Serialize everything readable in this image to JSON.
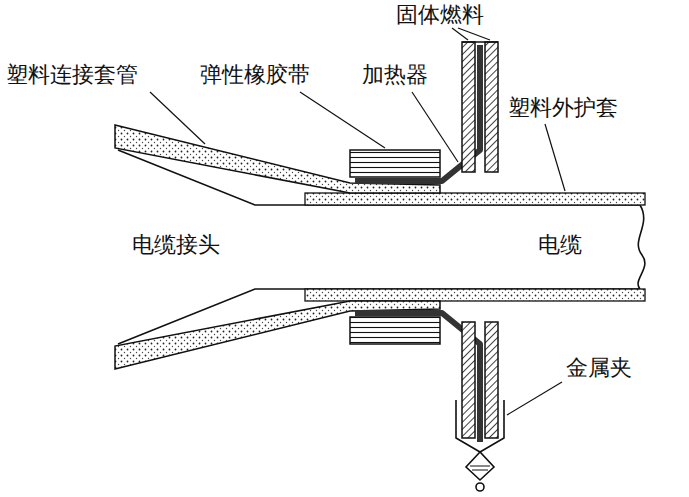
{
  "diagram": {
    "labels": [
      "固体燃料",
      "塑料连接套管",
      "弹性橡胶带",
      "加热器",
      "塑料外护套",
      "电缆接头",
      "电缆",
      "金属夹"
    ]
  }
}
